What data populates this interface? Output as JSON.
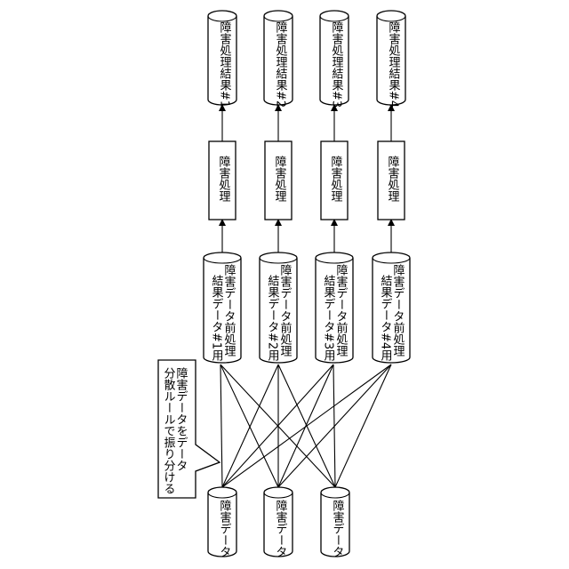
{
  "sources": [
    {
      "label": "障害データ"
    },
    {
      "label": "障害データ"
    },
    {
      "label": "障害データ"
    }
  ],
  "preprocessed": [
    {
      "line1": "障害データ前処理",
      "line2": "結果データ#1用"
    },
    {
      "line1": "障害データ前処理",
      "line2": "結果データ#2用"
    },
    {
      "line1": "障害データ前処理",
      "line2": "結果データ#3用"
    },
    {
      "line1": "障害データ前処理",
      "line2": "結果データ#4用"
    }
  ],
  "process": [
    {
      "label": "障害処理"
    },
    {
      "label": "障害処理"
    },
    {
      "label": "障害処理"
    },
    {
      "label": "障害処理"
    }
  ],
  "results": [
    {
      "label": "障害処理結果#1"
    },
    {
      "label": "障害処理結果#2"
    },
    {
      "label": "障害処理結果#3"
    },
    {
      "label": "障害処理結果#4"
    }
  ],
  "callout": {
    "line1": "障害データをデータ",
    "line2": "分散ルールで振り分ける"
  }
}
